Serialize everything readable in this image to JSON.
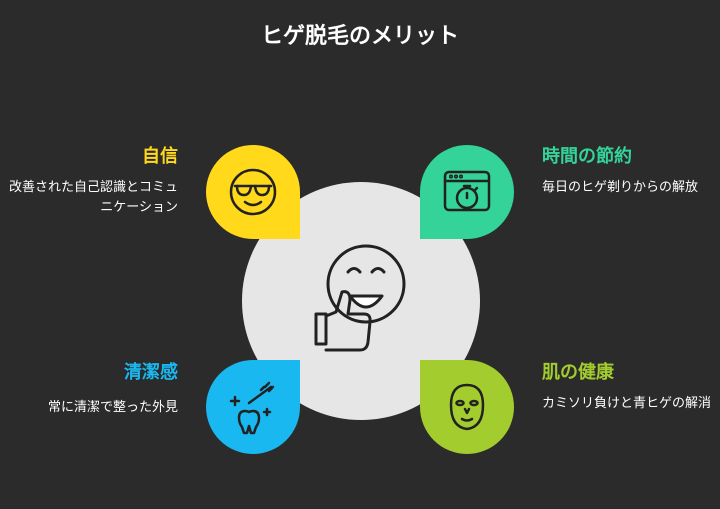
{
  "title": "ヒゲ脱毛のメリット",
  "items": [
    {
      "heading": "自信",
      "description": "改善された自己認識とコミュニケーション",
      "color": "#ffd91a",
      "icon": "sunglasses-face-icon"
    },
    {
      "heading": "時間の節約",
      "description": "毎日のヒゲ剃りからの解放",
      "color": "#34d399",
      "icon": "stopwatch-window-icon"
    },
    {
      "heading": "清潔感",
      "description": "常に清潔で整った外見",
      "color": "#1ab8f0",
      "icon": "toothbrush-sparkle-icon"
    },
    {
      "heading": "肌の健康",
      "description": "カミソリ負けと青ヒゲの解消",
      "color": "#a3cc2e",
      "icon": "face-mask-icon"
    }
  ],
  "center": {
    "icon": "smiley-thumbs-up-icon"
  }
}
